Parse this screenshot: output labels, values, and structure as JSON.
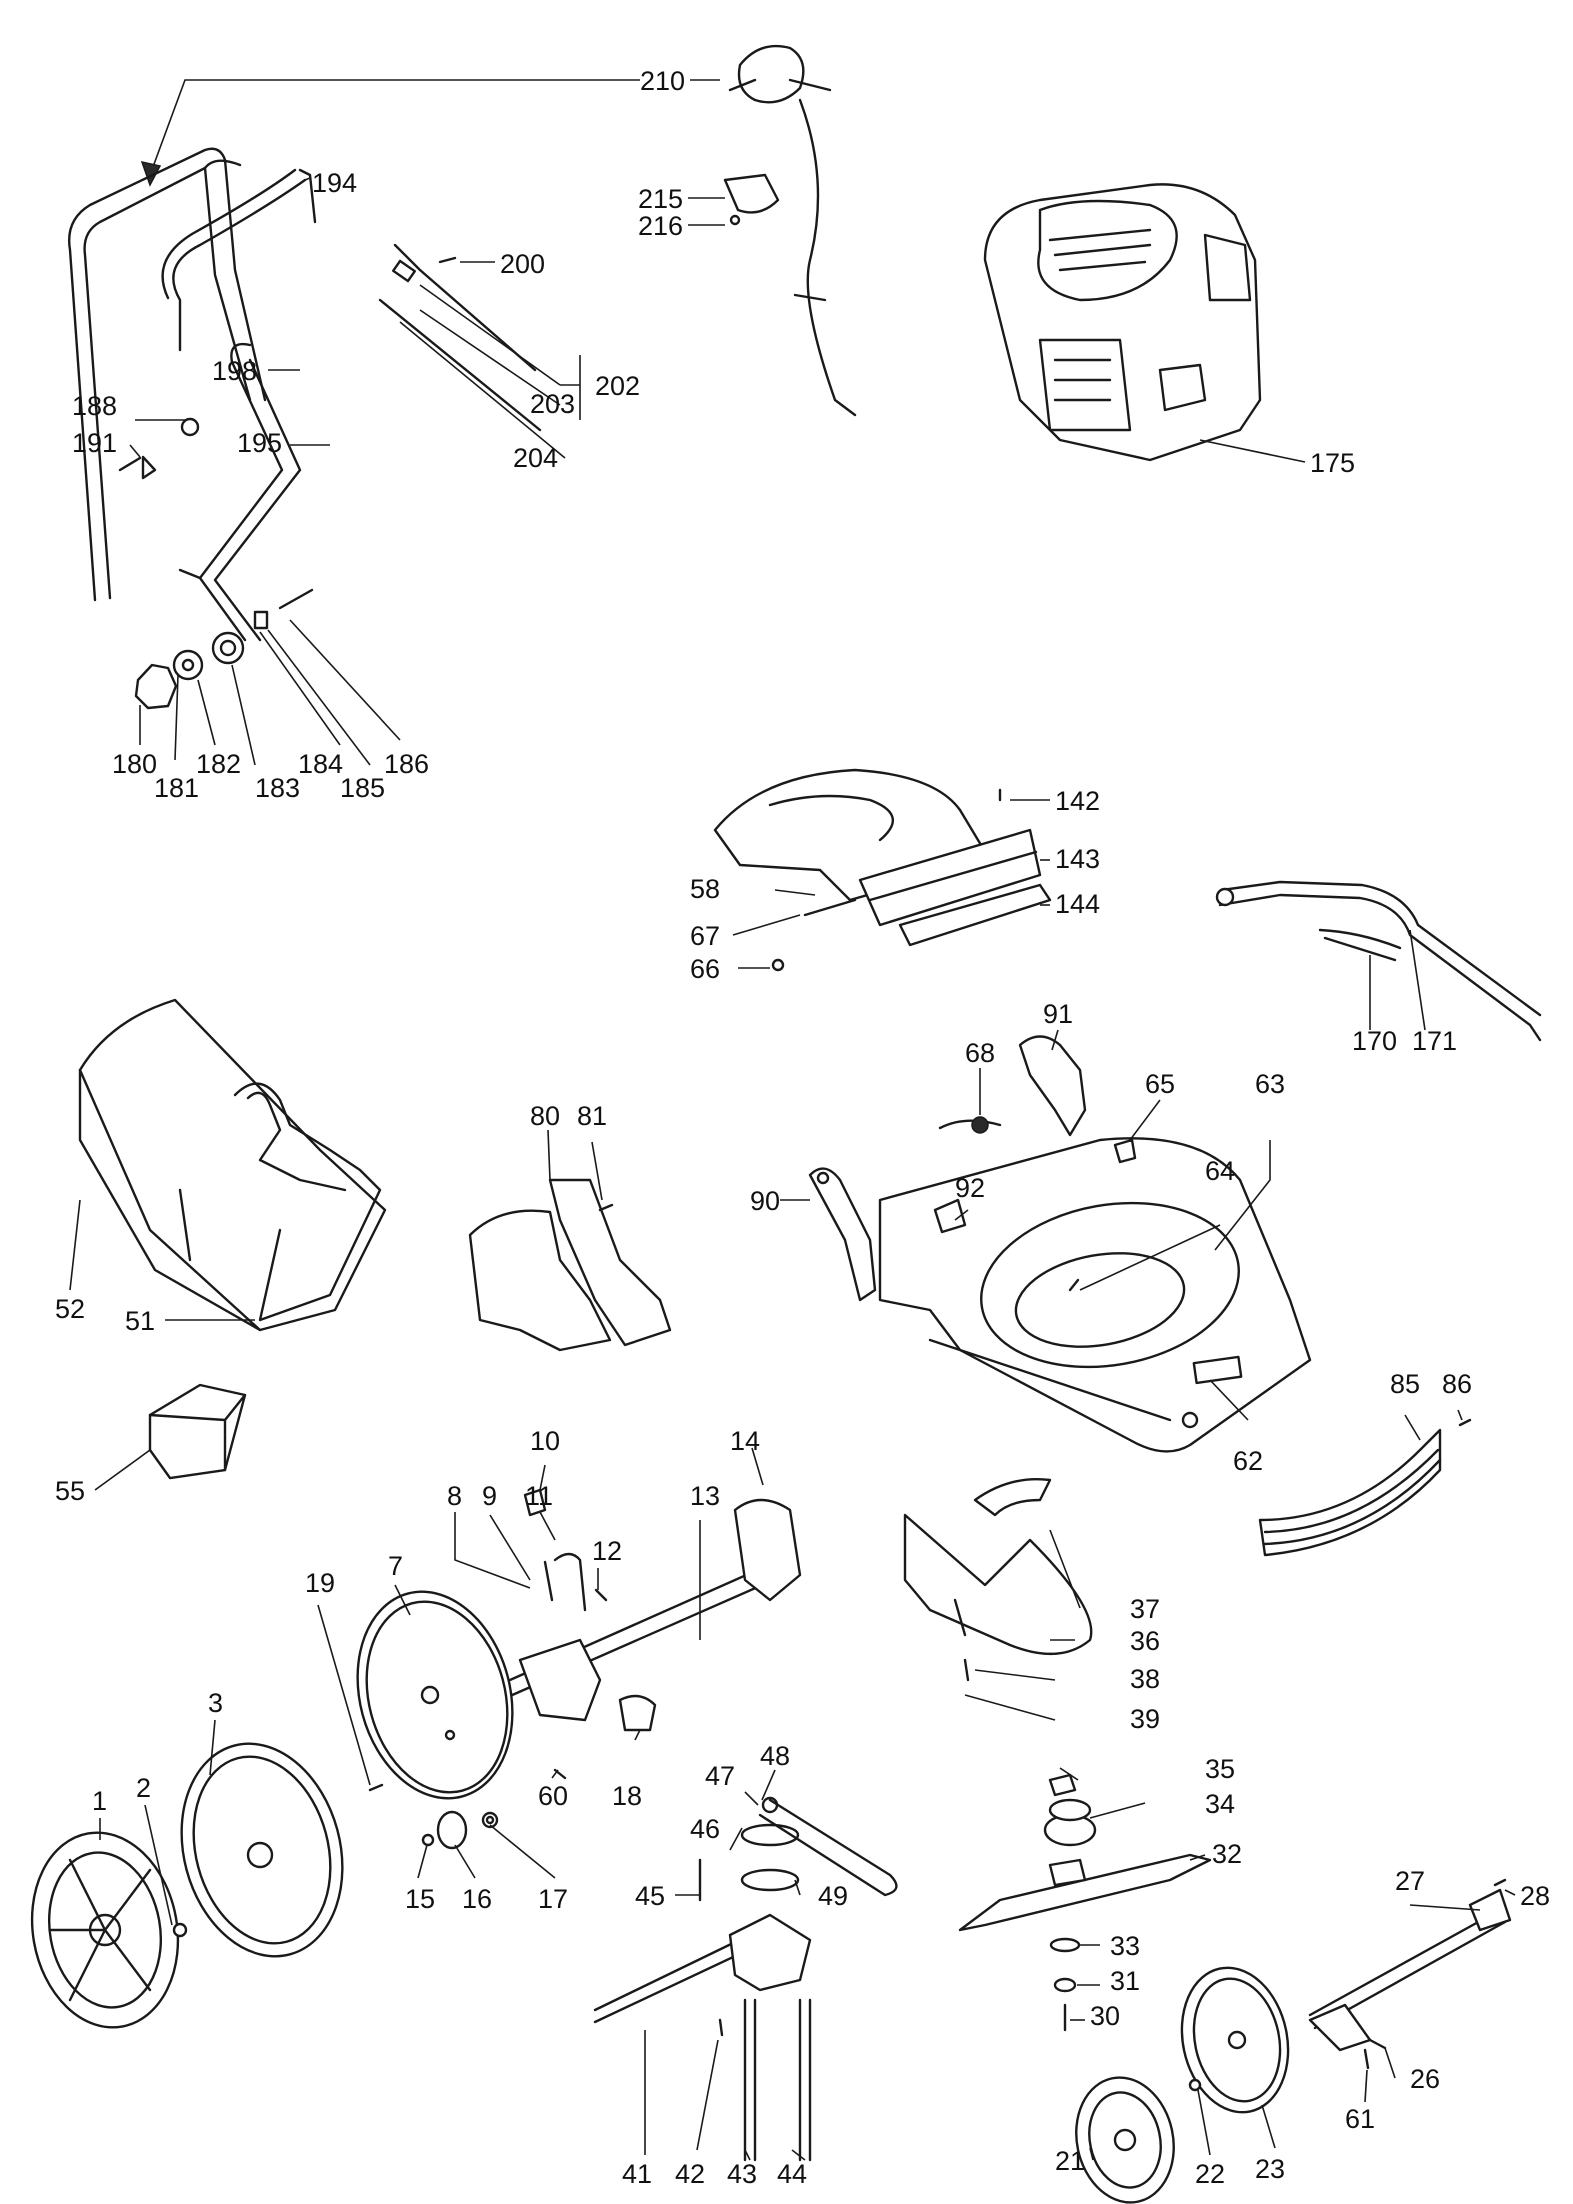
{
  "diagram": {
    "colors": {
      "ink": "#1a1a1a",
      "background": "#ffffff"
    },
    "labels": [
      {
        "id": "210",
        "text": "210"
      },
      {
        "id": "194",
        "text": "194"
      },
      {
        "id": "215",
        "text": "215"
      },
      {
        "id": "216",
        "text": "216"
      },
      {
        "id": "200",
        "text": "200"
      },
      {
        "id": "198",
        "text": "198"
      },
      {
        "id": "202",
        "text": "202"
      },
      {
        "id": "203",
        "text": "203"
      },
      {
        "id": "188",
        "text": "188"
      },
      {
        "id": "191",
        "text": "191"
      },
      {
        "id": "195",
        "text": "195"
      },
      {
        "id": "204",
        "text": "204"
      },
      {
        "id": "175",
        "text": "175"
      },
      {
        "id": "186",
        "text": "186"
      },
      {
        "id": "180",
        "text": "180"
      },
      {
        "id": "181",
        "text": "181"
      },
      {
        "id": "182",
        "text": "182"
      },
      {
        "id": "183",
        "text": "183"
      },
      {
        "id": "184",
        "text": "184"
      },
      {
        "id": "185",
        "text": "185"
      },
      {
        "id": "142",
        "text": "142"
      },
      {
        "id": "143",
        "text": "143"
      },
      {
        "id": "58",
        "text": "58"
      },
      {
        "id": "144",
        "text": "144"
      },
      {
        "id": "67",
        "text": "67"
      },
      {
        "id": "66",
        "text": "66"
      },
      {
        "id": "91",
        "text": "91"
      },
      {
        "id": "170",
        "text": "170"
      },
      {
        "id": "171",
        "text": "171"
      },
      {
        "id": "80",
        "text": "80"
      },
      {
        "id": "81",
        "text": "81"
      },
      {
        "id": "68",
        "text": "68"
      },
      {
        "id": "65",
        "text": "65"
      },
      {
        "id": "63",
        "text": "63"
      },
      {
        "id": "64",
        "text": "64"
      },
      {
        "id": "92",
        "text": "92"
      },
      {
        "id": "90",
        "text": "90"
      },
      {
        "id": "52",
        "text": "52"
      },
      {
        "id": "51",
        "text": "51"
      },
      {
        "id": "85",
        "text": "85"
      },
      {
        "id": "86",
        "text": "86"
      },
      {
        "id": "62",
        "text": "62"
      },
      {
        "id": "55",
        "text": "55"
      },
      {
        "id": "10",
        "text": "10"
      },
      {
        "id": "14",
        "text": "14"
      },
      {
        "id": "13",
        "text": "13"
      },
      {
        "id": "8",
        "text": "8"
      },
      {
        "id": "9",
        "text": "9"
      },
      {
        "id": "11",
        "text": "11"
      },
      {
        "id": "12",
        "text": "12"
      },
      {
        "id": "19",
        "text": "19"
      },
      {
        "id": "7",
        "text": "7"
      },
      {
        "id": "37",
        "text": "37"
      },
      {
        "id": "36",
        "text": "36"
      },
      {
        "id": "38",
        "text": "38"
      },
      {
        "id": "39",
        "text": "39"
      },
      {
        "id": "3",
        "text": "3"
      },
      {
        "id": "60",
        "text": "60"
      },
      {
        "id": "18",
        "text": "18"
      },
      {
        "id": "35",
        "text": "35"
      },
      {
        "id": "48",
        "text": "48"
      },
      {
        "id": "47",
        "text": "47"
      },
      {
        "id": "34",
        "text": "34"
      },
      {
        "id": "1",
        "text": "1"
      },
      {
        "id": "2",
        "text": "2"
      },
      {
        "id": "46",
        "text": "46"
      },
      {
        "id": "32",
        "text": "32"
      },
      {
        "id": "15",
        "text": "15"
      },
      {
        "id": "16",
        "text": "16"
      },
      {
        "id": "17",
        "text": "17"
      },
      {
        "id": "27",
        "text": "27"
      },
      {
        "id": "28",
        "text": "28"
      },
      {
        "id": "49",
        "text": "49"
      },
      {
        "id": "45",
        "text": "45"
      },
      {
        "id": "33",
        "text": "33"
      },
      {
        "id": "31",
        "text": "31"
      },
      {
        "id": "30",
        "text": "30"
      },
      {
        "id": "26",
        "text": "26"
      },
      {
        "id": "61",
        "text": "61"
      },
      {
        "id": "41",
        "text": "41"
      },
      {
        "id": "42",
        "text": "42"
      },
      {
        "id": "43",
        "text": "43"
      },
      {
        "id": "44",
        "text": "44"
      },
      {
        "id": "21",
        "text": "21"
      },
      {
        "id": "22",
        "text": "22"
      },
      {
        "id": "23",
        "text": "23"
      }
    ]
  }
}
